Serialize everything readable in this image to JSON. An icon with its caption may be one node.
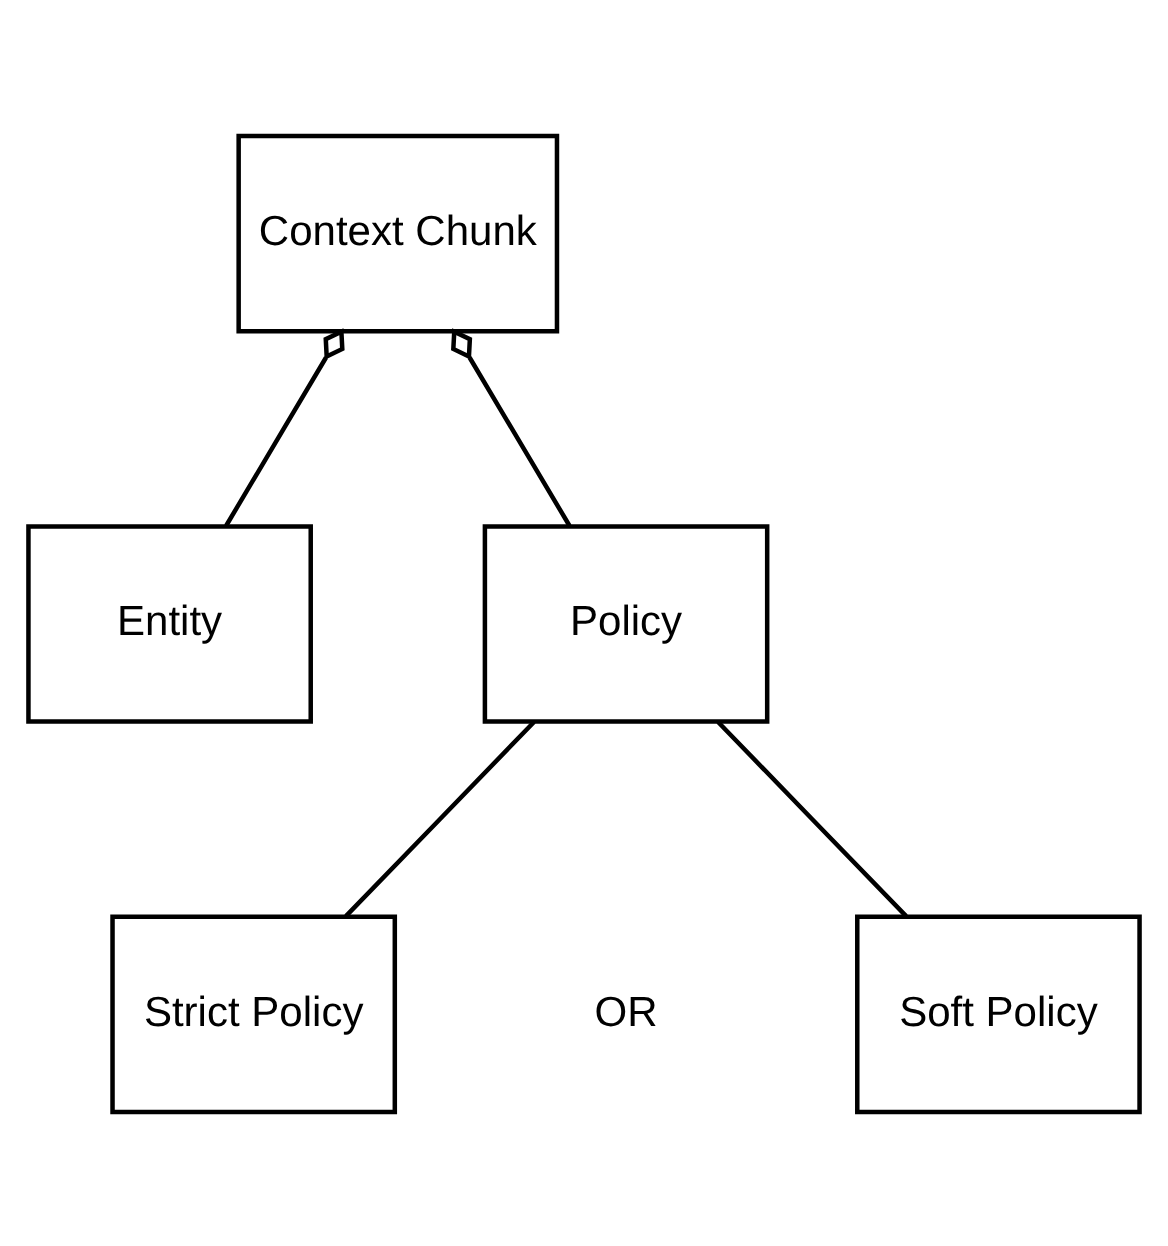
{
  "diagram": {
    "nodes": [
      {
        "text": [
          "Context Chunk"
        ]
      },
      {
        "text": [
          "Entity"
        ]
      },
      {
        "text": [
          "Policy"
        ]
      },
      {
        "text": [
          "Strict Policy"
        ]
      },
      {
        "text": [
          "Soft Policy"
        ]
      }
    ],
    "edges": [
      {
        "from": 0,
        "to": 1,
        "arrow": "other"
      },
      {
        "from": 0,
        "to": 2,
        "arrow": "other"
      },
      {
        "from": 2,
        "to": 3,
        "arrow": "none"
      },
      {
        "from": 2,
        "to": 4,
        "arrow": "none"
      }
    ],
    "labels": [
      "OR"
    ]
  }
}
